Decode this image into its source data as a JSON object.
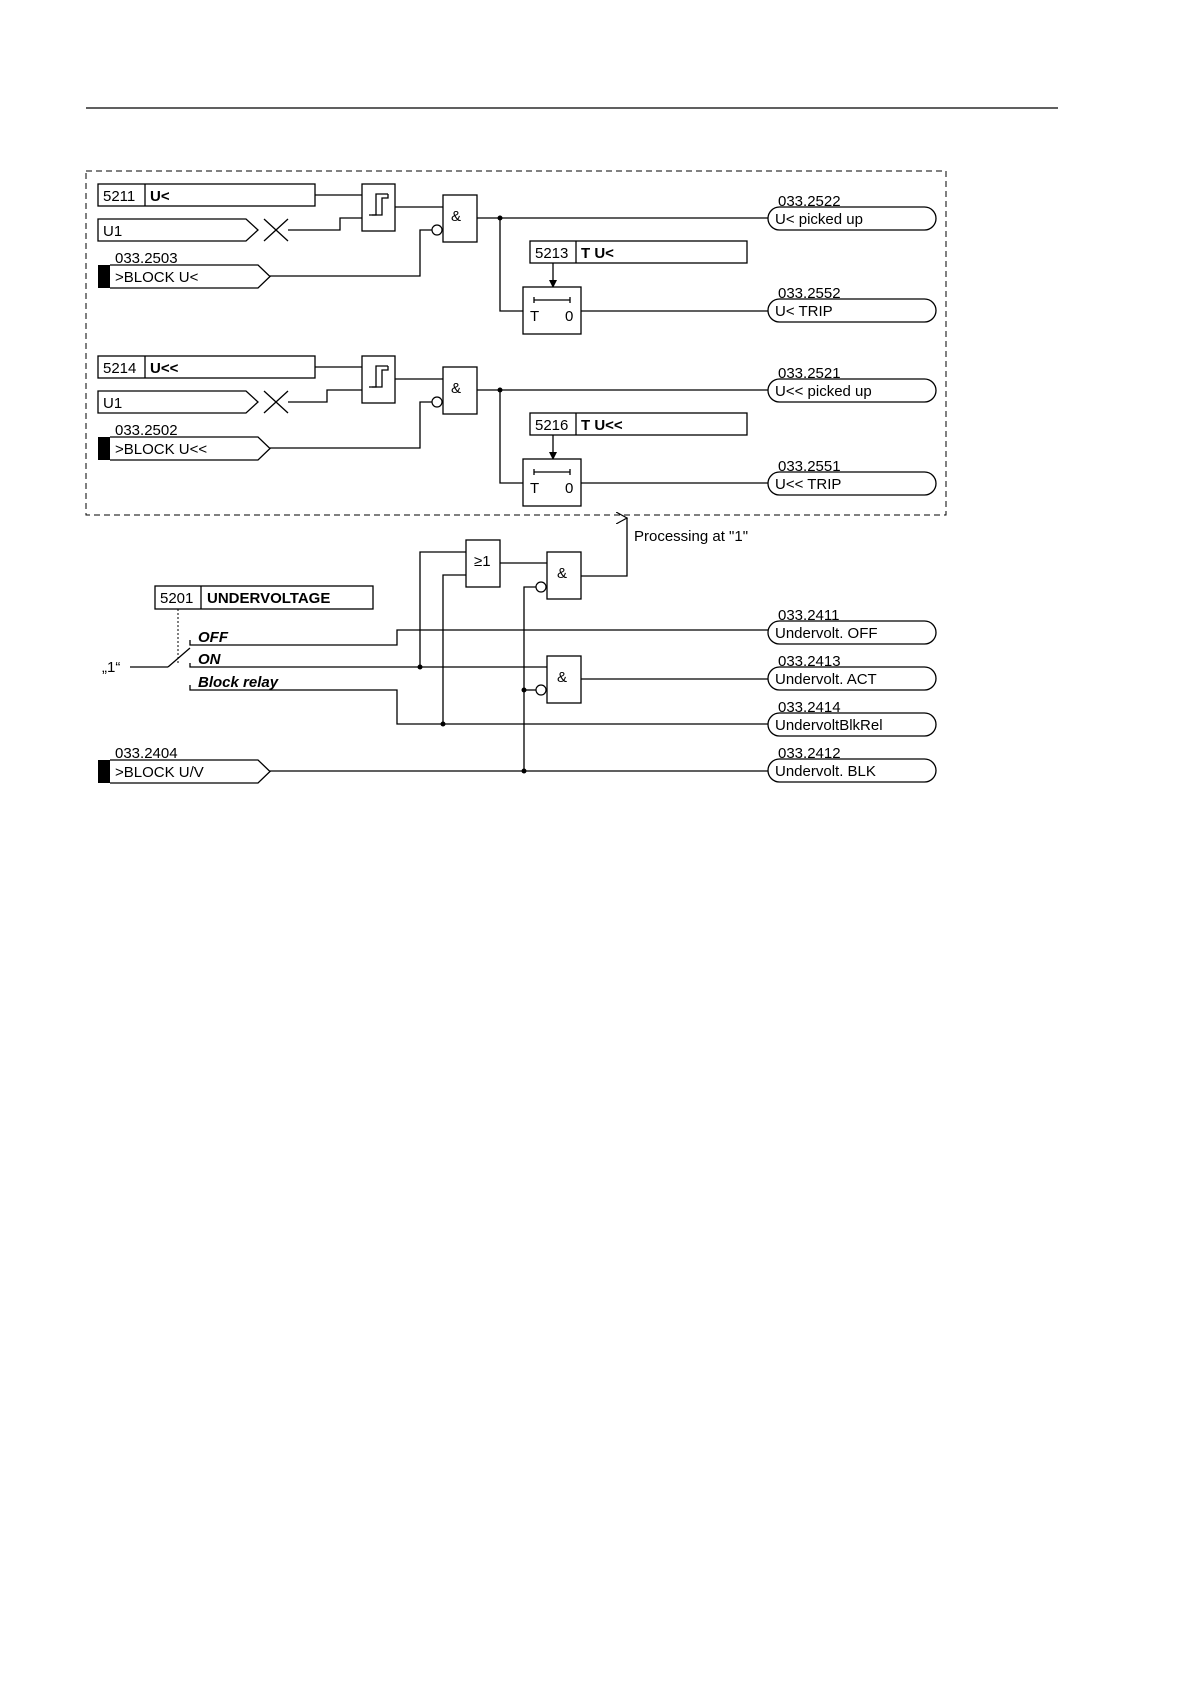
{
  "params": {
    "p5211": {
      "num": "5211",
      "name": "U<"
    },
    "p5213": {
      "num": "5213",
      "name": "T U<"
    },
    "p5214": {
      "num": "5214",
      "name": "U<<"
    },
    "p5216": {
      "num": "5216",
      "name": "T U<<"
    },
    "p5201": {
      "num": "5201",
      "name": "UNDERVOLTAGE"
    }
  },
  "inputs": {
    "u1_a": "U1",
    "u1_b": "U1",
    "block_u1": {
      "code": "033.2503",
      "label": ">BLOCK U<"
    },
    "block_u2": {
      "code": "033.2502",
      "label": ">BLOCK U<<"
    },
    "block_uv": {
      "code": "033.2404",
      "label": ">BLOCK U/V"
    }
  },
  "outputs": [
    {
      "code": "033.2522",
      "label": "U< picked up"
    },
    {
      "code": "033.2552",
      "label": "U< TRIP"
    },
    {
      "code": "033.2521",
      "label": "U<< picked up"
    },
    {
      "code": "033.2551",
      "label": "U<< TRIP"
    },
    {
      "code": "033.2411",
      "label": "Undervolt. OFF"
    },
    {
      "code": "033.2413",
      "label": "Undervolt. ACT"
    },
    {
      "code": "033.2414",
      "label": "UndervoltBlkRel"
    },
    {
      "code": "033.2412",
      "label": "Undervolt. BLK"
    }
  ],
  "gates": {
    "and": "&",
    "or": "≥1",
    "timer_t": "T",
    "timer_0": "0"
  },
  "switch": {
    "source": "„1“",
    "off": "OFF",
    "on": "ON",
    "block": "Block relay"
  },
  "processing_label": "Processing at \"1\""
}
